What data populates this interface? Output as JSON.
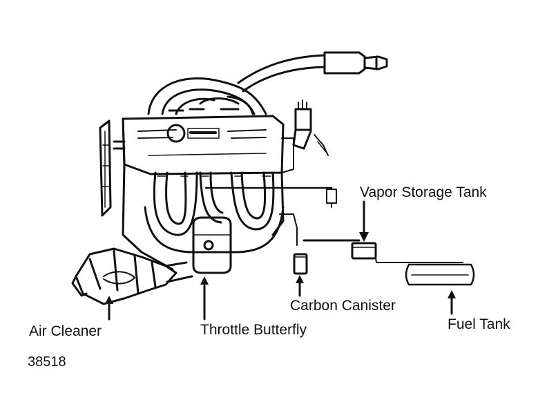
{
  "labels": {
    "vapor_storage_tank": "Vapor Storage Tank",
    "carbon_canister": "Carbon Canister",
    "fuel_tank": "Fuel Tank",
    "throttle_butterfly": "Throttle Butterfly",
    "air_cleaner": "Air Cleaner"
  },
  "figure_number": "38518",
  "colors": {
    "ink": "#111111",
    "paper": "#ffffff"
  }
}
